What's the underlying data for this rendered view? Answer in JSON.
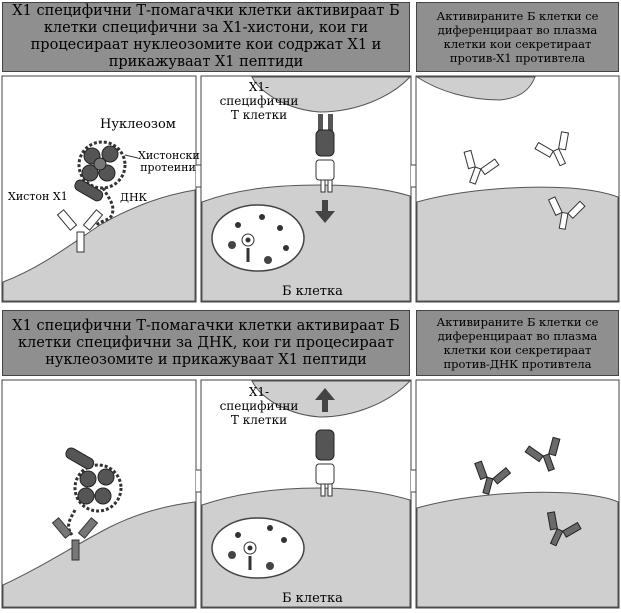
{
  "top": {
    "header_main": "X1 специфични Т-помагачки клетки активираат Б клетки специфични за X1-хистони, кои ги процесираат нуклеозомите кои содржат X1 и прикажуваат X1 пептиди",
    "header_side": "Активираните Б клетки се диференцираат во плазма клетки кои секретираат против-X1 противтела",
    "label_nucleosome": "Нуклеозом",
    "label_histone_proteins": "Хистонски протеини",
    "label_histone_x1": "Хистон X1",
    "label_dna": "ДНК",
    "label_tcell": "X1-специфични Т клетки",
    "label_bcell": "Б клетка"
  },
  "bottom": {
    "header_main": "X1 специфични Т-помагачки клетки активираат Б клетки специфични за ДНК, кои ги процесираат нуклеозомите и прикажуваат X1 пептиди",
    "header_side": "Активираните Б клетки се диференцираат во плазма клетки кои секретираат против-ДНК противтела",
    "label_tcell": "X1-специфични Т клетки",
    "label_bcell": "Б клетка"
  },
  "colors": {
    "header_bg": "#8f8f8f",
    "cell_fill": "#cfcfcf",
    "dark": "#555555"
  }
}
